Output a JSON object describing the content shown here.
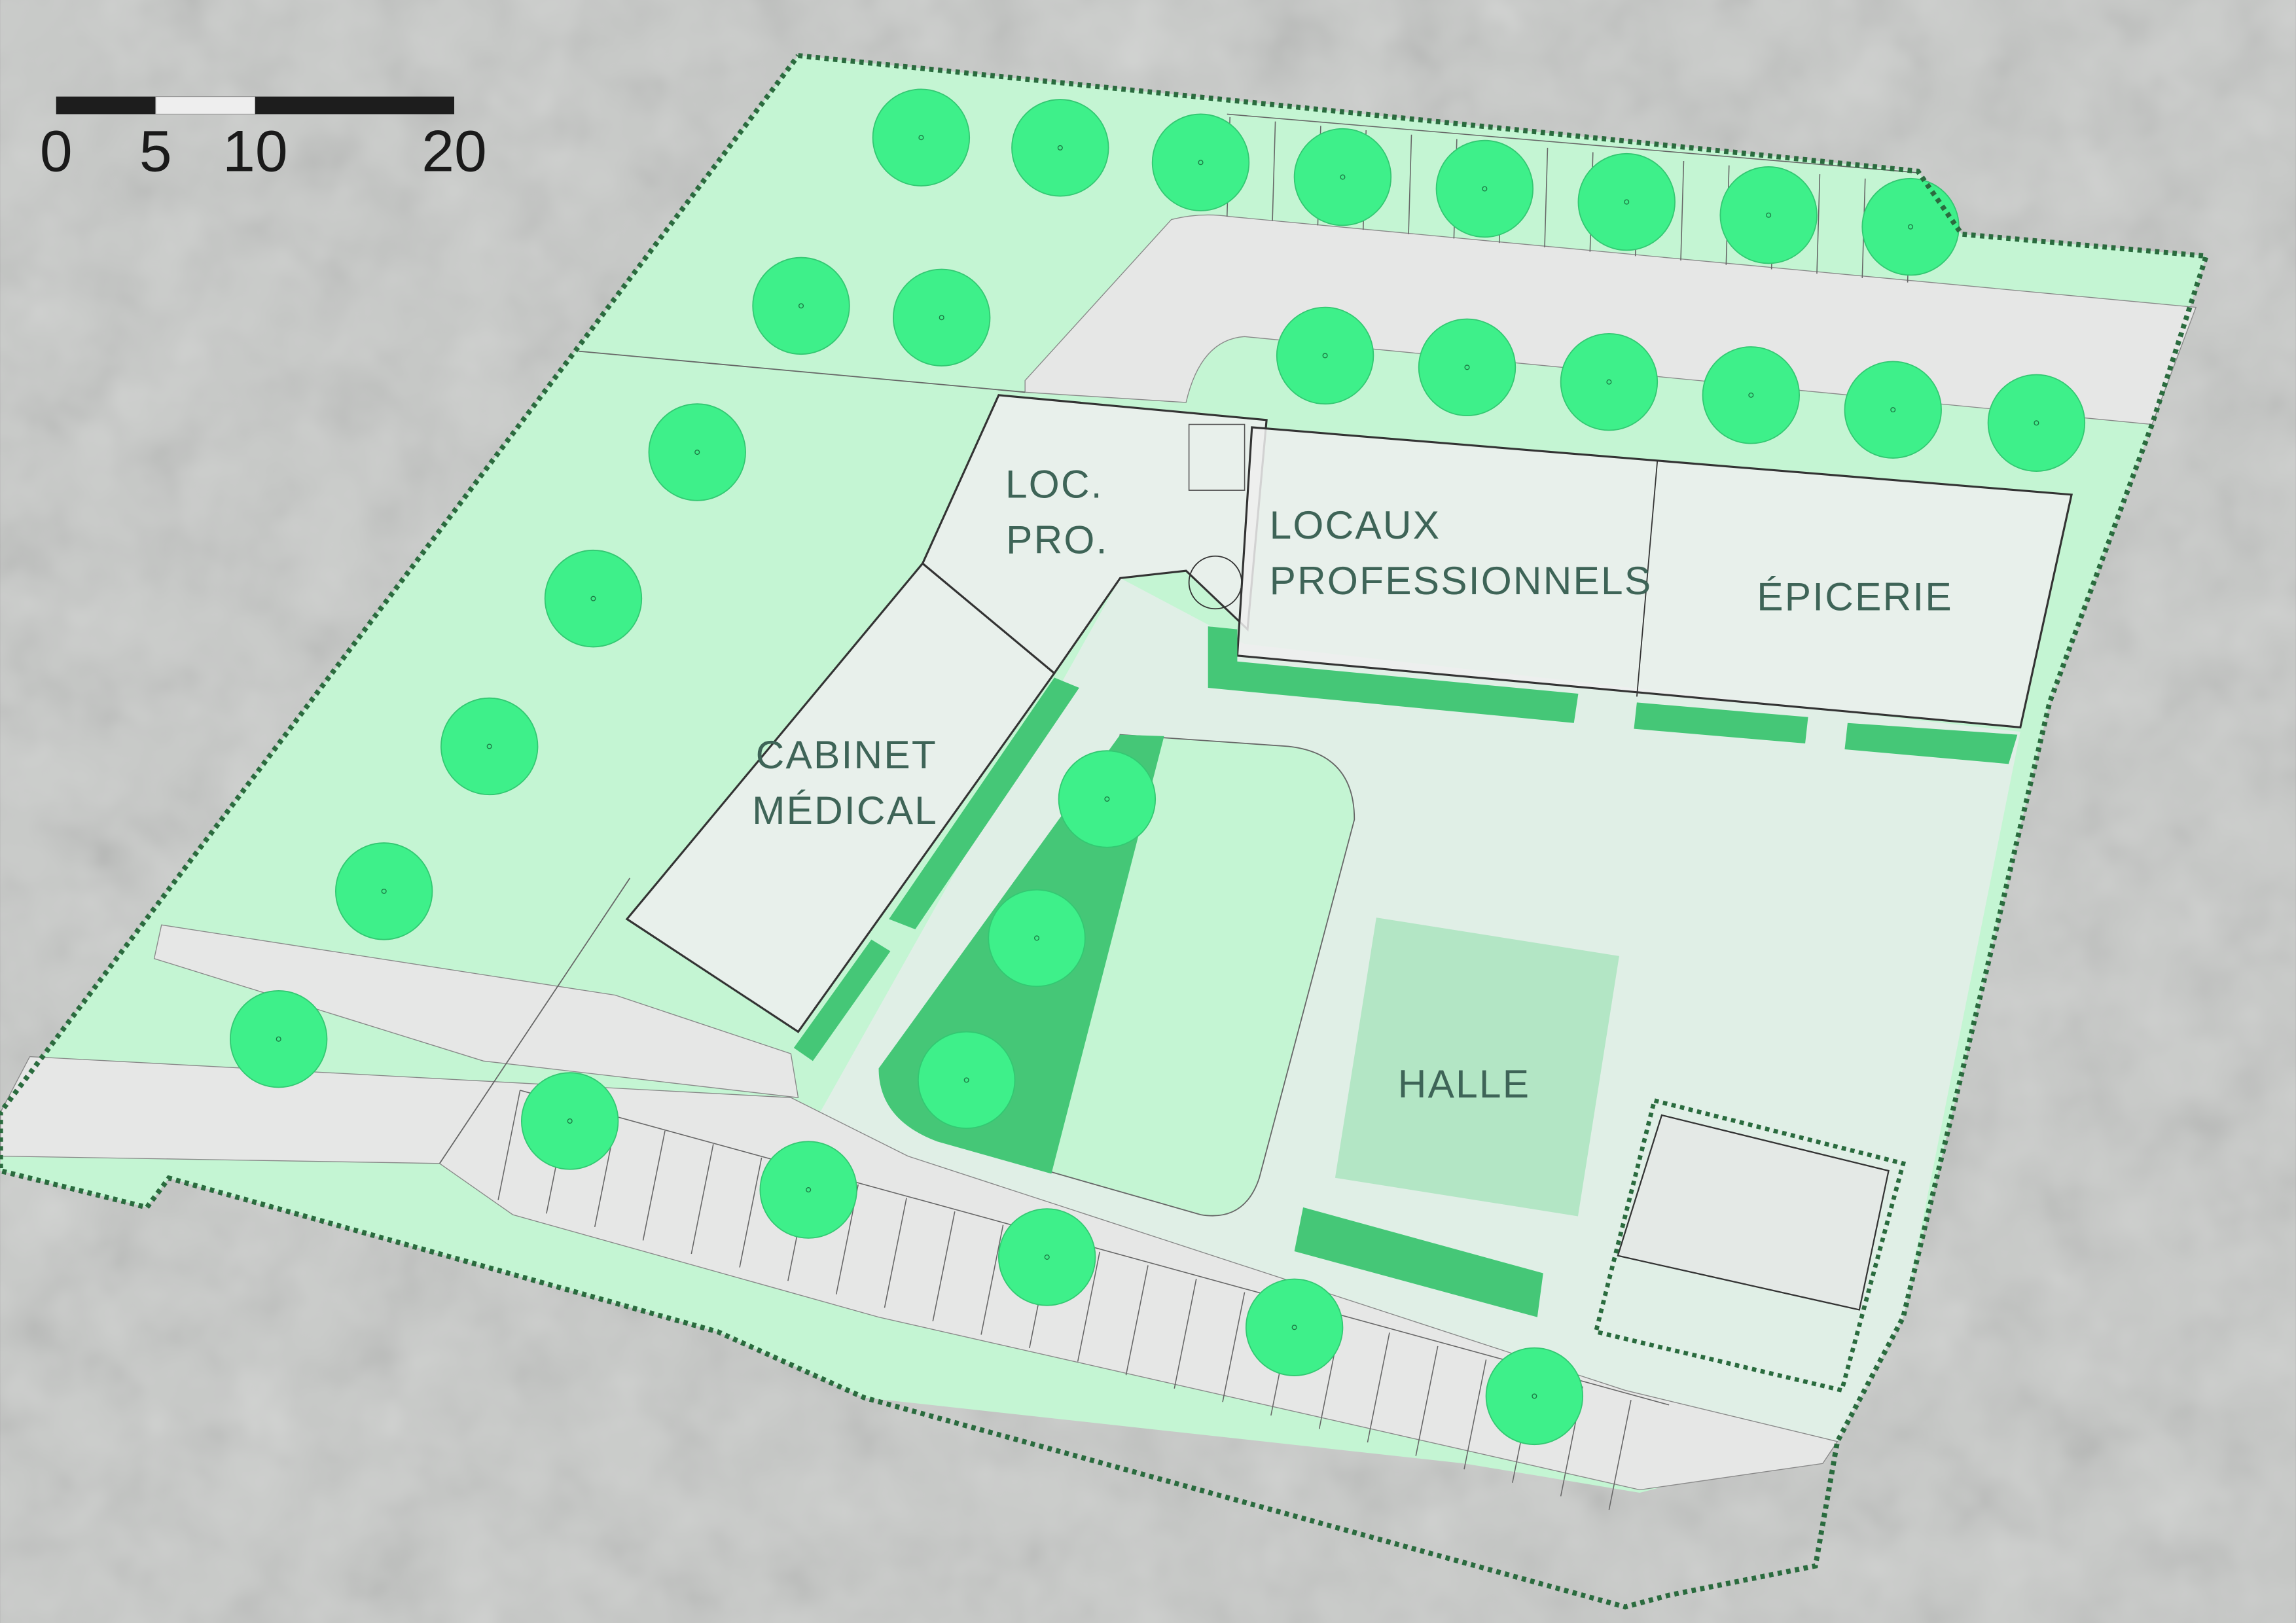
{
  "scale_bar": {
    "ticks": [
      "0",
      "5",
      "10",
      "20"
    ]
  },
  "labels": {
    "loc_pro_1": "LOC.",
    "loc_pro_2": "PRO.",
    "locaux_1": "LOCAUX",
    "locaux_2": "PROFESSIONNELS",
    "epicerie": "ÉPICERIE",
    "cabinet_1": "CABINET",
    "cabinet_2": "MÉDICAL",
    "halle": "HALLE"
  },
  "colors": {
    "background": "#c9cbc9",
    "green_area": "#c4f5d3",
    "pale_area": "#e0efe6",
    "road": "#e6e7e6",
    "tree": "#3ef08a",
    "hedge": "#45c777",
    "halle": "#b3e6c5",
    "boundary": "#2a6b3e"
  }
}
